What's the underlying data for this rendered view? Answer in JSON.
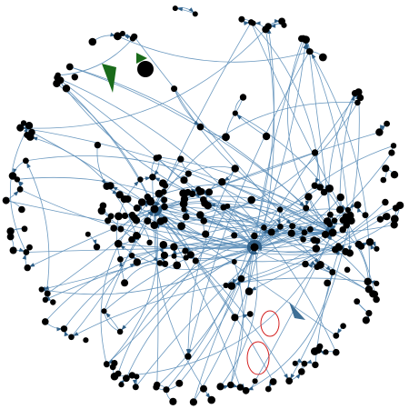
{
  "graph": {
    "type": "directed-network",
    "colors": {
      "background": "#ffffff",
      "node": "#000000",
      "edge": "#5a8db8",
      "arrowhead": "#2f5f87",
      "highlight_arrow": "#1a6b1a",
      "loop_edge": "#d42020",
      "blue_marker": "#3e6f96"
    },
    "hub_count": 3,
    "highlighted_features": [
      "green-arrowhead",
      "red-self-loops",
      "blue-wedge-marker"
    ]
  }
}
